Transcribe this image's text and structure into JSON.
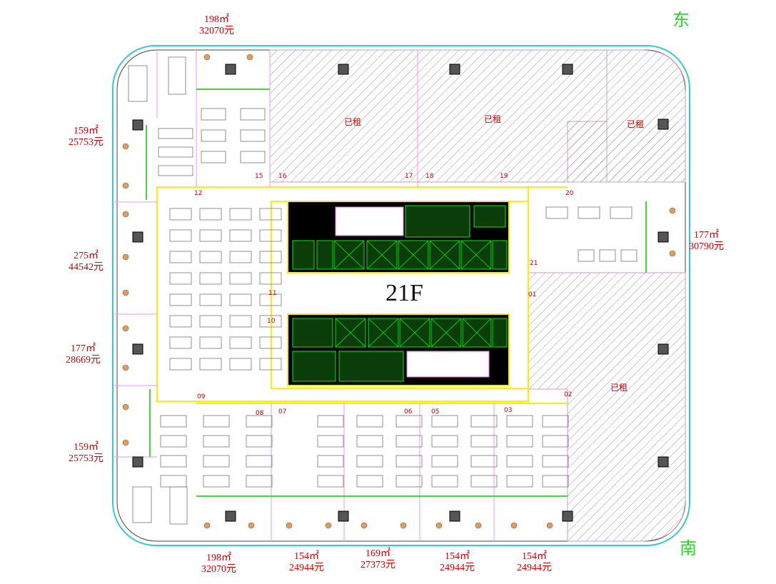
{
  "floor_label": "21F",
  "compass": {
    "east": "东",
    "south": "南"
  },
  "rented_label": "已租",
  "units": [
    {
      "id": "u-top-left",
      "area": "198㎡",
      "price": "32070元"
    },
    {
      "id": "u-left-1",
      "area": "159㎡",
      "price": "25753元"
    },
    {
      "id": "u-left-2",
      "area": "275㎡",
      "price": "44542元"
    },
    {
      "id": "u-left-3",
      "area": "177㎡",
      "price": "28669元"
    },
    {
      "id": "u-left-4",
      "area": "159㎡",
      "price": "25753元"
    },
    {
      "id": "u-right",
      "area": "177㎡",
      "price": "30790元"
    },
    {
      "id": "u-bottom-1",
      "area": "198㎡",
      "price": "32070元"
    },
    {
      "id": "u-bottom-2",
      "area": "154㎡",
      "price": "24944元"
    },
    {
      "id": "u-bottom-3",
      "area": "169㎡",
      "price": "27373元"
    },
    {
      "id": "u-bottom-4",
      "area": "154㎡",
      "price": "24944元"
    },
    {
      "id": "u-bottom-5",
      "area": "154㎡",
      "price": "24944元"
    }
  ],
  "unit_numbers": [
    "15",
    "16",
    "17",
    "18",
    "19",
    "20",
    "12",
    "11",
    "10",
    "09",
    "08",
    "07",
    "06",
    "05",
    "03",
    "02",
    "01",
    "21"
  ],
  "colors": {
    "wall": "#111111",
    "corridor": "#ffee00",
    "glass": "#33dddd",
    "partition": "#ee99ee",
    "hatch": "#888888",
    "core": "#000000",
    "green": "#00cc00"
  }
}
